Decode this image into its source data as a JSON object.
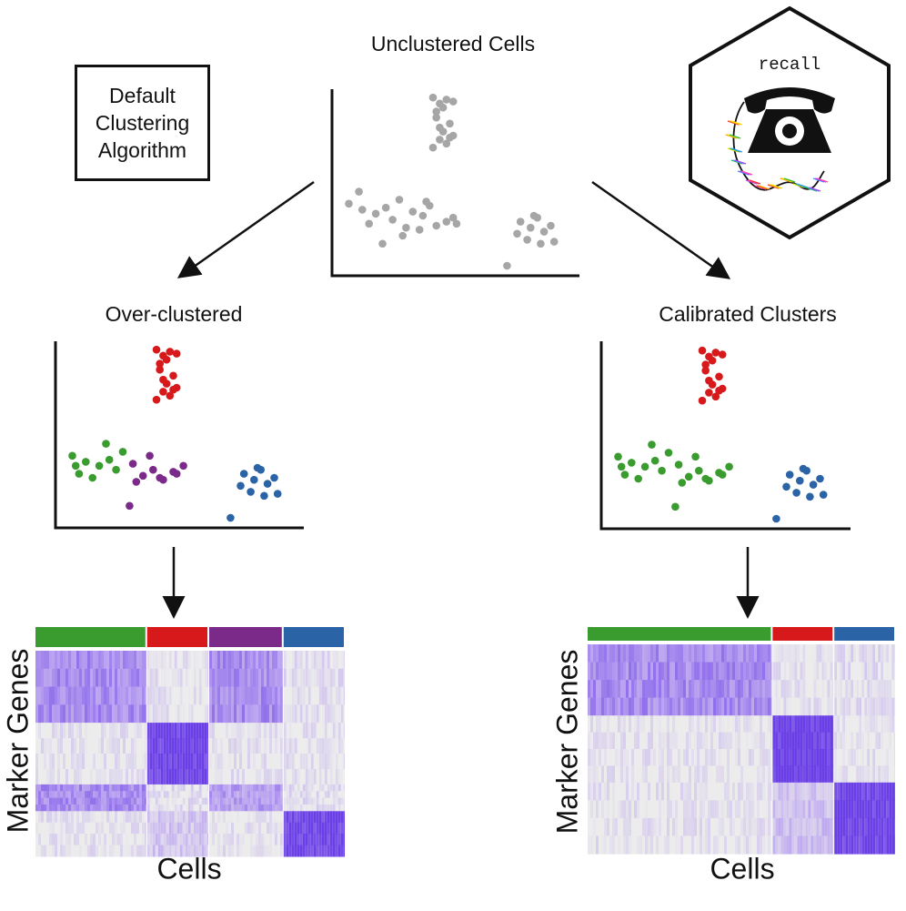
{
  "labels": {
    "top_title": "Unclustered Cells",
    "box_text": "Default\nClustering\nAlgorithm",
    "left_title": "Over-clustered",
    "right_title": "Calibrated Clusters",
    "logo": "recall",
    "cells_left": "Cells",
    "cells_right": "Cells",
    "genes_left": "Marker Genes",
    "genes_right": "Marker Genes"
  },
  "colors": {
    "gray": "#a6a6a6",
    "red": "#d7191c",
    "green": "#3a9b2f",
    "purple": "#7b2a8a",
    "blue": "#2a63a6",
    "heat_high": "#6a3fe6",
    "heat_mid": "#b9a1f0",
    "heat_low": "#ececec"
  },
  "icons": [
    "telephone-icon",
    "hexagon-icon"
  ],
  "chart_data": [
    {
      "type": "scatter",
      "panel": "unclustered",
      "x": [
        3.0,
        3.2,
        3.4,
        3.1,
        3.5,
        3.3,
        3.6,
        3.2,
        3.4,
        3.0,
        3.5,
        3.1,
        3.3,
        3.6,
        3.2,
        0.5,
        0.9,
        1.3,
        1.6,
        2.0,
        2.4,
        2.7,
        2.9,
        1.1,
        1.8,
        2.2,
        2.6,
        3.1,
        3.4,
        3.7,
        0.8,
        1.5,
        2.1,
        2.8,
        3.6,
        5.6,
        5.9,
        6.1,
        6.3,
        6.5,
        5.8,
        6.2,
        6.0,
        5.5,
        6.6,
        5.2
      ],
      "y": [
        8.9,
        8.6,
        8.8,
        7.9,
        7.6,
        7.2,
        7.0,
        6.8,
        6.6,
        6.4,
        6.9,
        8.2,
        8.4,
        8.7,
        7.4,
        3.6,
        3.3,
        3.1,
        3.4,
        3.8,
        3.2,
        3.0,
        3.5,
        2.6,
        2.8,
        2.4,
        2.3,
        2.5,
        2.7,
        2.6,
        4.2,
        1.6,
        2.0,
        3.7,
        2.9,
        2.7,
        2.4,
        2.9,
        2.2,
        2.5,
        1.8,
        1.6,
        3.0,
        2.1,
        1.7,
        0.5
      ],
      "groups": [
        "gray"
      ]
    },
    {
      "type": "scatter",
      "panel": "over-clustered",
      "x": [
        3.0,
        3.2,
        3.4,
        3.1,
        3.5,
        3.3,
        3.6,
        3.2,
        3.4,
        3.0,
        3.5,
        3.1,
        3.3,
        3.6,
        3.2,
        0.5,
        0.9,
        1.3,
        1.6,
        2.0,
        0.7,
        1.1,
        1.8,
        0.6,
        1.5,
        2.3,
        2.6,
        2.9,
        3.2,
        3.5,
        3.8,
        2.4,
        2.8,
        3.1,
        3.6,
        2.2,
        5.6,
        5.9,
        6.1,
        6.3,
        6.5,
        5.8,
        6.2,
        6.0,
        5.5,
        6.6,
        5.2
      ],
      "y": [
        8.9,
        8.6,
        8.8,
        7.9,
        7.6,
        7.2,
        7.0,
        6.8,
        6.6,
        6.4,
        6.9,
        8.2,
        8.4,
        8.7,
        7.4,
        3.6,
        3.3,
        3.1,
        3.4,
        3.8,
        2.7,
        2.5,
        2.9,
        3.1,
        4.2,
        3.2,
        2.6,
        2.9,
        2.4,
        2.8,
        3.1,
        2.3,
        3.6,
        2.5,
        2.7,
        1.1,
        2.7,
        2.4,
        2.9,
        2.2,
        2.5,
        1.8,
        1.6,
        3.0,
        2.1,
        1.7,
        0.5
      ],
      "groups": [
        "red",
        "red",
        "red",
        "red",
        "red",
        "red",
        "red",
        "red",
        "red",
        "red",
        "red",
        "red",
        "red",
        "red",
        "red",
        "green",
        "green",
        "green",
        "green",
        "green",
        "green",
        "green",
        "green",
        "green",
        "green",
        "purple",
        "purple",
        "purple",
        "purple",
        "purple",
        "purple",
        "purple",
        "purple",
        "purple",
        "purple",
        "purple",
        "blue",
        "blue",
        "blue",
        "blue",
        "blue",
        "blue",
        "blue",
        "blue",
        "blue",
        "blue",
        "blue"
      ]
    },
    {
      "type": "scatter",
      "panel": "calibrated",
      "x": [
        3.0,
        3.2,
        3.4,
        3.1,
        3.5,
        3.3,
        3.6,
        3.2,
        3.4,
        3.0,
        3.5,
        3.1,
        3.3,
        3.6,
        3.2,
        0.5,
        0.9,
        1.3,
        1.6,
        2.0,
        0.7,
        1.1,
        1.8,
        0.6,
        1.5,
        2.3,
        2.6,
        2.9,
        3.2,
        3.5,
        3.8,
        2.4,
        2.8,
        3.1,
        3.6,
        2.2,
        5.6,
        5.9,
        6.1,
        6.3,
        6.5,
        5.8,
        6.2,
        6.0,
        5.5,
        6.6,
        5.2
      ],
      "y": [
        8.9,
        8.6,
        8.8,
        7.9,
        7.6,
        7.2,
        7.0,
        6.8,
        6.6,
        6.4,
        6.9,
        8.2,
        8.4,
        8.7,
        7.4,
        3.6,
        3.3,
        3.1,
        3.4,
        3.8,
        2.7,
        2.5,
        2.9,
        3.1,
        4.2,
        3.2,
        2.6,
        2.9,
        2.4,
        2.8,
        3.1,
        2.3,
        3.6,
        2.5,
        2.7,
        1.1,
        2.7,
        2.4,
        2.9,
        2.2,
        2.5,
        1.8,
        1.6,
        3.0,
        2.1,
        1.7,
        0.5
      ],
      "groups": [
        "red",
        "red",
        "red",
        "red",
        "red",
        "red",
        "red",
        "red",
        "red",
        "red",
        "red",
        "red",
        "red",
        "red",
        "red",
        "green",
        "green",
        "green",
        "green",
        "green",
        "green",
        "green",
        "green",
        "green",
        "green",
        "green",
        "green",
        "green",
        "green",
        "green",
        "green",
        "green",
        "green",
        "green",
        "green",
        "green",
        "blue",
        "blue",
        "blue",
        "blue",
        "blue",
        "blue",
        "blue",
        "blue",
        "blue",
        "blue",
        "blue"
      ]
    },
    {
      "type": "heatmap",
      "panel": "over-clustered",
      "xlabel": "Cells",
      "ylabel": "Marker Genes",
      "clusters": [
        "green",
        "red",
        "purple",
        "blue"
      ],
      "cluster_widths": [
        0.36,
        0.2,
        0.24,
        0.2
      ],
      "gene_blocks": [
        0.35,
        0.3,
        0.13,
        0.22
      ],
      "intensity": [
        [
          0.6,
          0.05,
          0.6,
          0.1
        ],
        [
          0.05,
          1.0,
          0.05,
          0.05
        ],
        [
          0.6,
          0.1,
          0.5,
          0.1
        ],
        [
          0.05,
          0.25,
          0.05,
          1.0
        ]
      ]
    },
    {
      "type": "heatmap",
      "panel": "calibrated",
      "xlabel": "Cells",
      "ylabel": "Marker Genes",
      "clusters": [
        "green",
        "red",
        "blue"
      ],
      "cluster_widths": [
        0.6,
        0.2,
        0.2
      ],
      "gene_blocks": [
        0.34,
        0.32,
        0.34
      ],
      "intensity": [
        [
          0.6,
          0.05,
          0.1
        ],
        [
          0.05,
          1.0,
          0.05
        ],
        [
          0.05,
          0.3,
          1.0
        ]
      ]
    }
  ]
}
